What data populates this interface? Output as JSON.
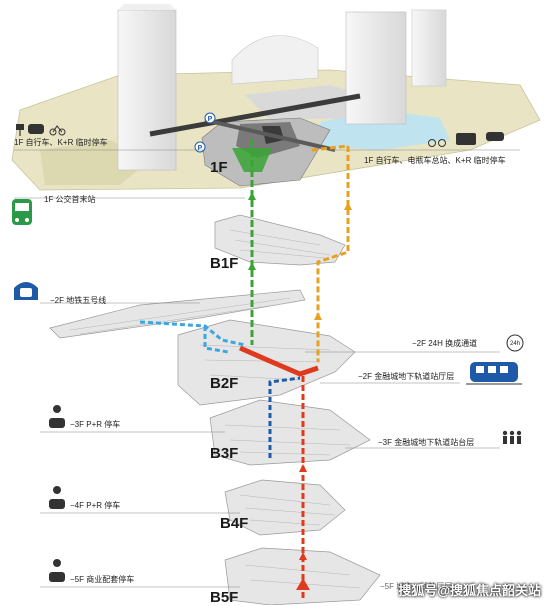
{
  "floors": {
    "f1": "1F",
    "b1": "B1F",
    "b2": "B2F",
    "b3": "B3F",
    "b4": "B4F",
    "b5": "B5F"
  },
  "labels": {
    "left_1f_parking": "1F 自行车、K+R 临时停车",
    "left_1f_bus": "1F 公交首末站",
    "left_b2_metro": "−2F 地铁五号线",
    "left_b3_pr": "−3F P+R 停车",
    "left_b4_pr": "−4F P+R 停车",
    "left_b5_commercial": "−5F 商业配套停车",
    "right_1f_parking": "1F 自行车、电瓶车总站、K+R 临时停车",
    "right_b2_passage": "−2F 24H 换成通道",
    "right_b2_hall": "−2F 金融城地下轨道站厅层",
    "right_b3_platform": "−3F 金融城地下轨道站台层",
    "right_b5_partial": "−5F 城市…线站厅层"
  },
  "badges": {
    "h24": "24h"
  },
  "icons": {
    "parking": "parking-p-icon",
    "car": "car-icon",
    "bicycle": "bicycle-icon",
    "bus": "bus-icon",
    "metro": "metro-tunnel-icon",
    "tram": "tram-icon",
    "people": "people-icon"
  },
  "colors": {
    "green_route": "#3aa535",
    "orange_route": "#e8a020",
    "red_route": "#e03a1e",
    "blue_route": "#1f5aa8",
    "light_blue_route": "#3aa7e0",
    "land": "#e8e4c4",
    "water": "#bfe3ef",
    "building": "#f2f2f2"
  },
  "watermark": "搜狐号@搜狐焦点韶关站"
}
